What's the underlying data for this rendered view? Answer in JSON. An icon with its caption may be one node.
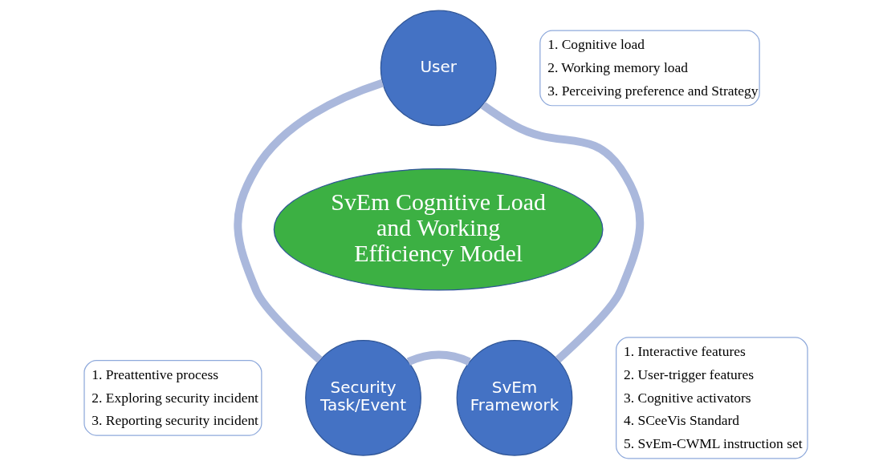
{
  "diagram": {
    "nodes": [
      {
        "text": [
          "User"
        ],
        "beside": [
          "1. Cognitive load",
          "2. Working memory load",
          "3. Perceiving preference and Strategy"
        ]
      },
      {
        "text": [
          "SvEm Cognitive Load and Working Efficiency Model"
        ]
      },
      {
        "text": [
          "Security Task/Event"
        ],
        "beside": [
          "1. Preattentive process",
          "2. Exploring security incident",
          "3. Reporting security incident"
        ]
      },
      {
        "text": [
          "SvEm Framework"
        ],
        "beside": [
          "1. Interactive features",
          "2. User-trigger features",
          "3. Cognitive activators",
          "4. SCeeVis Standard",
          "5. SvEm-CWML instruction set"
        ]
      }
    ],
    "edges": [
      {
        "from": 0,
        "to": 3,
        "arrow": "none"
      },
      {
        "from": 3,
        "to": 2,
        "arrow": "none"
      },
      {
        "from": 2,
        "to": 0,
        "arrow": "none"
      }
    ]
  }
}
